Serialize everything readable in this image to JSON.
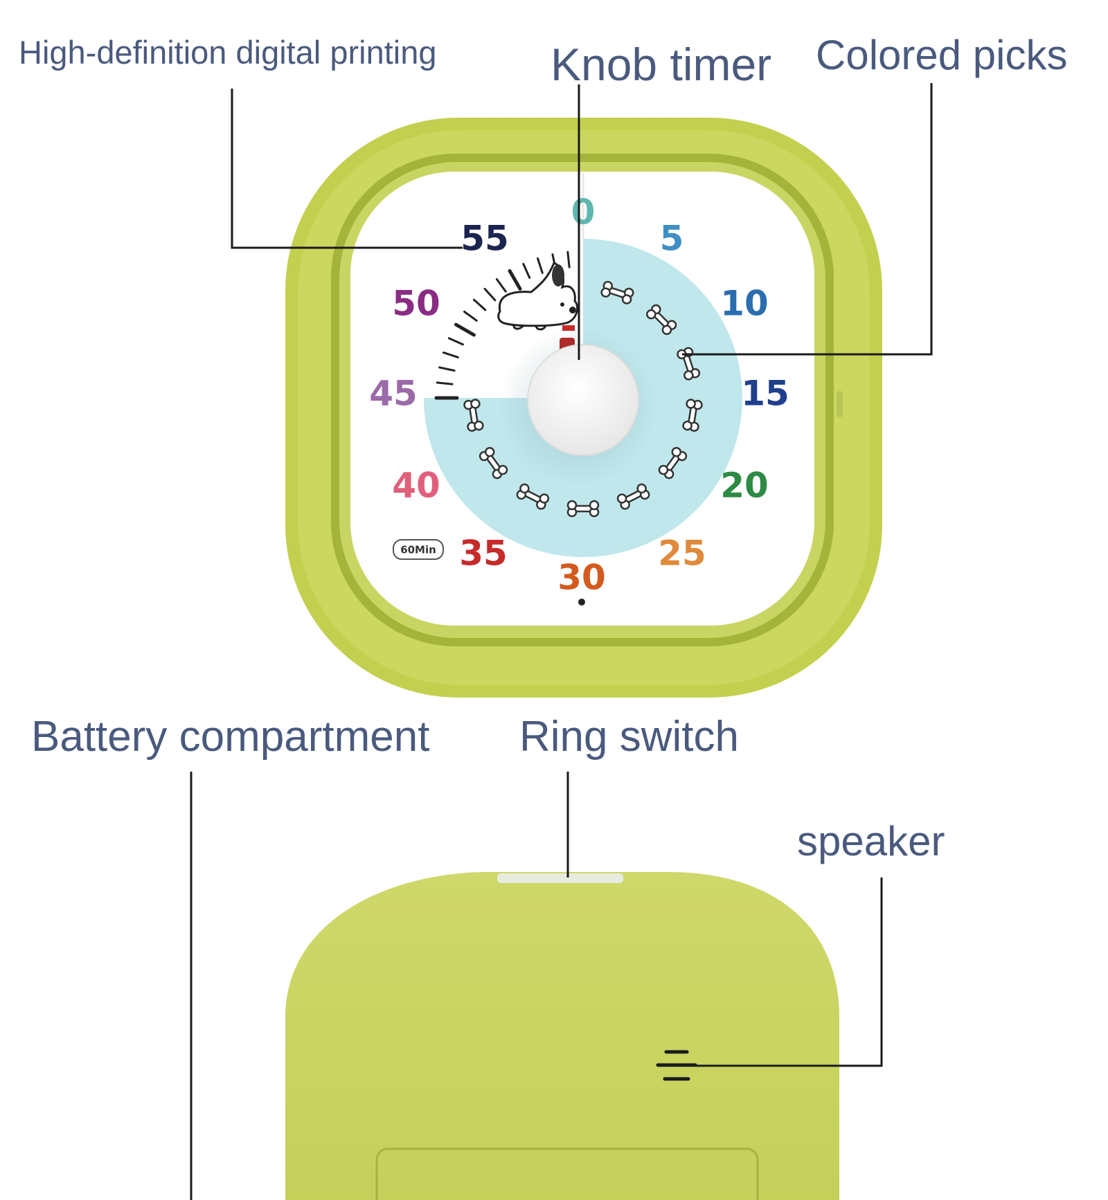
{
  "callouts": {
    "hd_printing": "High-definition digital printing",
    "knob_timer": "Knob timer",
    "colored_picks": "Colored picks",
    "battery": "Battery compartment",
    "ring_switch": "Ring switch",
    "speaker": "speaker"
  },
  "dial": {
    "badge": "60Min",
    "numbers": [
      {
        "label": "0",
        "color": "#5fb7b0"
      },
      {
        "label": "5",
        "color": "#3f8fc4"
      },
      {
        "label": "10",
        "color": "#2c6db0"
      },
      {
        "label": "15",
        "color": "#1f3f8c"
      },
      {
        "label": "20",
        "color": "#2e8a44"
      },
      {
        "label": "25",
        "color": "#e08a3c"
      },
      {
        "label": "30",
        "color": "#d45a1e"
      },
      {
        "label": "35",
        "color": "#c62a2a"
      },
      {
        "label": "40",
        "color": "#e0607c"
      },
      {
        "label": "45",
        "color": "#9b6aa8"
      },
      {
        "label": "50",
        "color": "#8b2c84"
      },
      {
        "label": "55",
        "color": "#1c2450"
      }
    ]
  },
  "colors": {
    "body_green": "#c9d562",
    "rim_green": "#aab83c",
    "dial_blue": "#bfe7ec",
    "label_text": "#4a5a7e"
  }
}
